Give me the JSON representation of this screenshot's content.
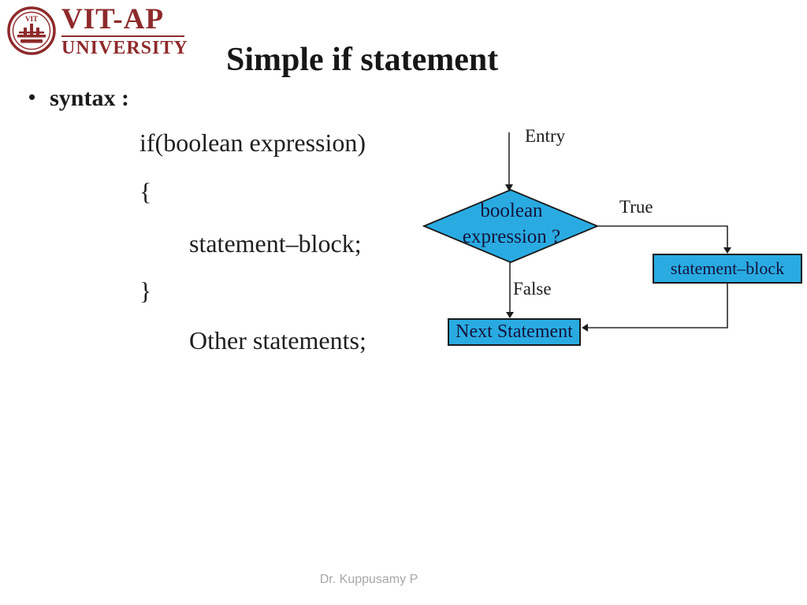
{
  "slide": {
    "title": "Simple if statement",
    "footer": "Dr. Kuppusamy P"
  },
  "logo": {
    "seal_text": "VIT",
    "name": "VIT-AP",
    "subname": "UNIVERSITY",
    "brand_color": "#8e2a2b"
  },
  "bullet": {
    "marker": "•",
    "label": "syntax :"
  },
  "code": {
    "lines": [
      {
        "text": "if(boolean expression)"
      },
      {
        "text": "{"
      },
      {
        "text": "statement–block;"
      },
      {
        "text": "}"
      },
      {
        "text": "Other statements;"
      }
    ]
  },
  "flowchart": {
    "entry_label": "Entry",
    "true_label": "True",
    "false_label": "False",
    "decision_line1": "boolean",
    "decision_line2": "expression ?",
    "statement_block_label": "statement–block",
    "next_statement_label": "Next Statement",
    "node_fill": "#29abe2",
    "line_color": "#2b2b2b"
  }
}
